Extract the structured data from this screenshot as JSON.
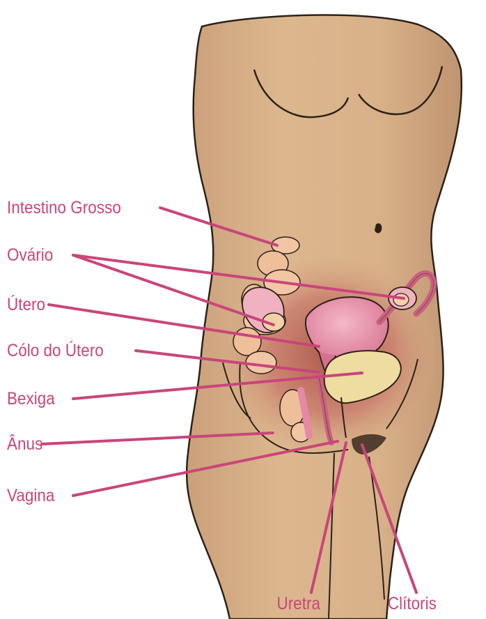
{
  "colors": {
    "label": "#c9457a",
    "skin": "#d9b48a",
    "skin_shadow": "#b98d63",
    "outline": "#2b2118",
    "uterus": "#e48aa5",
    "uterus_dark": "#c8627f",
    "bladder": "#efdca0",
    "intestine": "#f1c6a4",
    "cavity": "#c47060",
    "hair": "#3a2a20"
  },
  "labels": {
    "intestino_grosso": "Intestino Grosso",
    "ovario": "Ovário",
    "utero": "Útero",
    "colo_do_utero": "Cólo do Útero",
    "bexiga": "Bexiga",
    "anus": "Ânus",
    "vagina": "Vagina",
    "uretra": "Uretra",
    "clitoris": "Clítoris"
  }
}
